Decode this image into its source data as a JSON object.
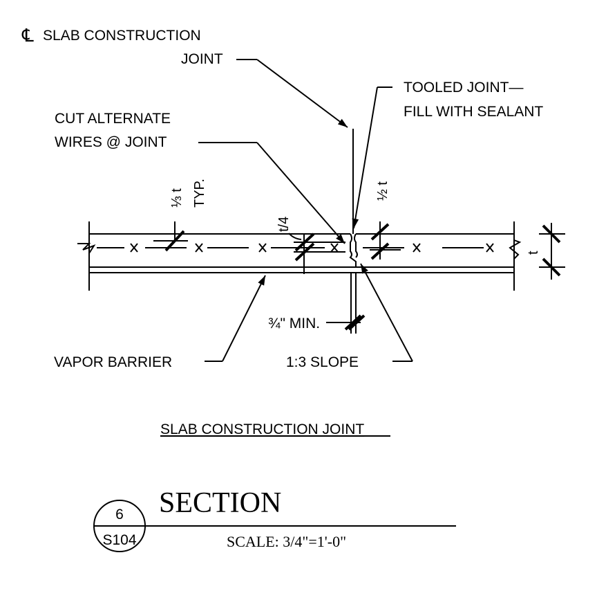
{
  "labels": {
    "cl_symbol": "℄",
    "cl_joint_line1": "SLAB CONSTRUCTION",
    "cl_joint_line2": "JOINT",
    "tooled_line1": "TOOLED JOINT—",
    "tooled_line2": "FILL WITH SEALANT",
    "cut_line1": "CUT ALTERNATE",
    "cut_line2": "WIRES @ JOINT",
    "third_t": "⅓ t",
    "typ": "TYP.",
    "half_t": "½ t",
    "quarter_t": "t/4",
    "t": "t",
    "min_depth": "¾\" MIN.",
    "vapor_barrier": "VAPOR BARRIER",
    "slope": "1:3 SLOPE",
    "detail_title": "SLAB CONSTRUCTION JOINT"
  },
  "title_block": {
    "detail_number": "6",
    "sheet_number": "S104",
    "title": "SECTION",
    "scale": "SCALE: 3/4\"=1'-0\""
  }
}
